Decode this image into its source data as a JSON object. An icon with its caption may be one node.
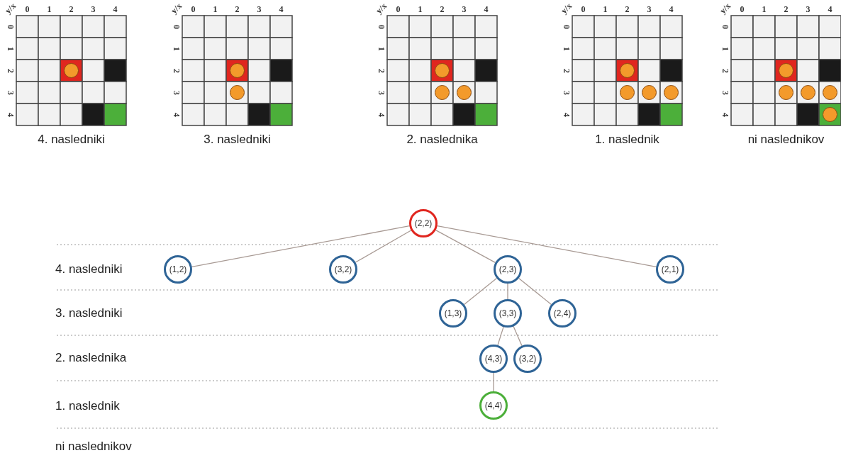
{
  "diagram": {
    "nodes": [
      {
        "text": [
          "(2,2)"
        ]
      },
      {
        "text": [
          "(1,2)"
        ]
      },
      {
        "text": [
          "(3,2)"
        ]
      },
      {
        "text": [
          "(2,3)"
        ]
      },
      {
        "text": [
          "(2,1)"
        ]
      },
      {
        "text": [
          "(1,3)"
        ]
      },
      {
        "text": [
          "(3,3)"
        ]
      },
      {
        "text": [
          "(2,4)"
        ]
      },
      {
        "text": [
          "(4,3)"
        ]
      },
      {
        "text": [
          "(3,2)"
        ]
      },
      {
        "text": [
          "(4,4)"
        ]
      }
    ],
    "edges": [
      {
        "from": 0,
        "to": 1,
        "arrow": "none"
      },
      {
        "from": 0,
        "to": 2,
        "arrow": "none"
      },
      {
        "from": 0,
        "to": 3,
        "arrow": "none"
      },
      {
        "from": 0,
        "to": 4,
        "arrow": "none"
      },
      {
        "from": 3,
        "to": 5,
        "arrow": "none"
      },
      {
        "from": 3,
        "to": 6,
        "arrow": "none"
      },
      {
        "from": 3,
        "to": 7,
        "arrow": "none"
      },
      {
        "from": 6,
        "to": 8,
        "arrow": "none"
      },
      {
        "from": 6,
        "to": 9,
        "arrow": "none"
      },
      {
        "from": 8,
        "to": 10,
        "arrow": "none"
      }
    ],
    "labels": [
      "y/x",
      "0",
      "1",
      "2",
      "3",
      "4",
      "0",
      "1",
      "2",
      "3",
      "4",
      "4. nasledniki",
      "y/x",
      "0",
      "1",
      "2",
      "3",
      "4",
      "0",
      "1",
      "2",
      "3",
      "4",
      "3. nasledniki",
      "y/x",
      "0",
      "1",
      "2",
      "3",
      "4",
      "0",
      "1",
      "2",
      "3",
      "4",
      "2. naslednika",
      "y/x",
      "0",
      "1",
      "2",
      "3",
      "4",
      "0",
      "1",
      "2",
      "3",
      "4",
      "1. naslednik",
      "y/x",
      "0",
      "1",
      "2",
      "3",
      "4",
      "0",
      "1",
      "2",
      "3",
      "4",
      "ni naslednikov",
      "4. nasledniki",
      "3. nasledniki",
      "2. naslednika",
      "1. naslednik",
      "ni naslednikov"
    ]
  }
}
